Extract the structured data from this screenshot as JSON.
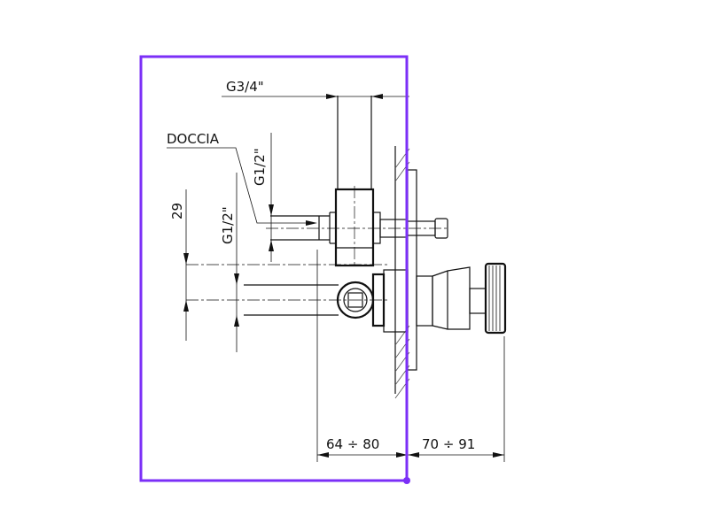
{
  "labels": {
    "inlet_size": "G3/4\"",
    "shower_outlet_label": "DOCCIA",
    "shower_outlet_size": "G1/2\"",
    "lower_outlet_size": "G1/2\"",
    "spacing": "29",
    "recess_depth": "64 ÷ 80",
    "handle_projection": "70 ÷ 91"
  },
  "colors": {
    "drawing": "#111111",
    "selection": "#7b2ff7"
  }
}
